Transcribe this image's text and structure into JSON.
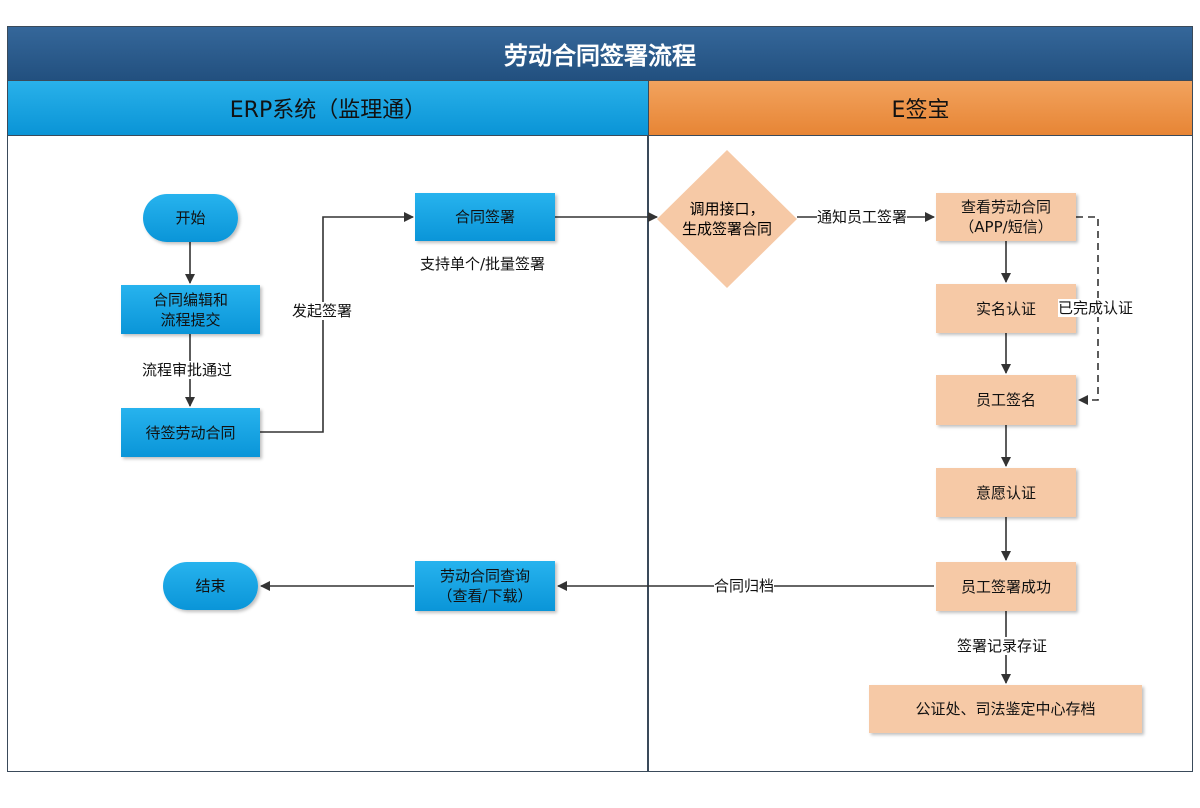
{
  "title": "劳动合同签署流程",
  "lanes": {
    "erp": "ERP系统（监理通）",
    "esign": "E签宝"
  },
  "nodes": {
    "start": "开始",
    "edit_line1": "合同编辑和",
    "edit_line2": "流程提交",
    "pending": "待签劳动合同",
    "sign": "合同签署",
    "api_line1": "调用接口，",
    "api_line2": "生成签署合同",
    "view_line1": "查看劳动合同",
    "view_line2": "（APP/短信）",
    "realname": "实名认证",
    "employee_sign": "员工签名",
    "intent": "意愿认证",
    "sign_success": "员工签署成功",
    "archive": "公证处、司法鉴定中心存档",
    "query_line1": "劳动合同查询",
    "query_line2": "（查看/下载）",
    "end": "结束"
  },
  "edge_labels": {
    "approved": "流程审批通过",
    "initiate": "发起签署",
    "batch": "支持单个/批量签署",
    "notify": "通知员工签署",
    "verified": "已完成认证",
    "archived": "合同归档",
    "record": "签署记录存证"
  },
  "colors": {
    "title_bg": "#2b5c8e",
    "erp_lane": "#15a3e2",
    "esign_lane": "#eb9146",
    "blue_node": "#1aa5e5",
    "peach_node": "#f6c9a6",
    "line": "#333333"
  }
}
